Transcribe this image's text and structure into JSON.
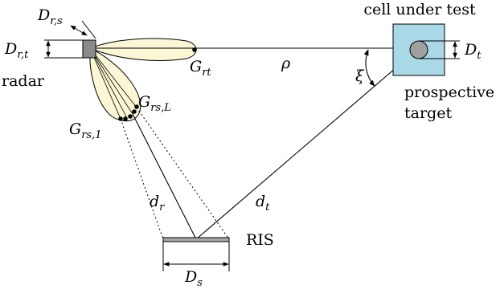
{
  "labels": {
    "cell_under_test": "cell under test",
    "radar": "radar",
    "prospective": "prospective",
    "target": "target",
    "ris": "RIS"
  },
  "symbols": {
    "D_rs": {
      "main": "D",
      "sub": "r,s"
    },
    "D_rt": {
      "main": "D",
      "sub": "r,t"
    },
    "D_t": {
      "main": "D",
      "sub": "t"
    },
    "D_s": {
      "main": "D",
      "sub": "s"
    },
    "G_rt": {
      "main": "G",
      "sub": "rt"
    },
    "G_rsL": {
      "main": "G",
      "sub": "rs,L"
    },
    "G_rs1": {
      "main": "G",
      "sub": "rs,1"
    },
    "rho": {
      "main": "ρ"
    },
    "xi": {
      "main": "ξ"
    },
    "d_r": {
      "main": "d",
      "sub": "r"
    },
    "d_t": {
      "main": "d",
      "sub": "t"
    }
  },
  "colors": {
    "lobe_fill": "#fbf6d3",
    "cell_fill": "#a9d8e6",
    "radar_fill": "#8a8a8a",
    "target_fill": "#a0a0a0",
    "ris_fill": "#a8a8a8"
  }
}
